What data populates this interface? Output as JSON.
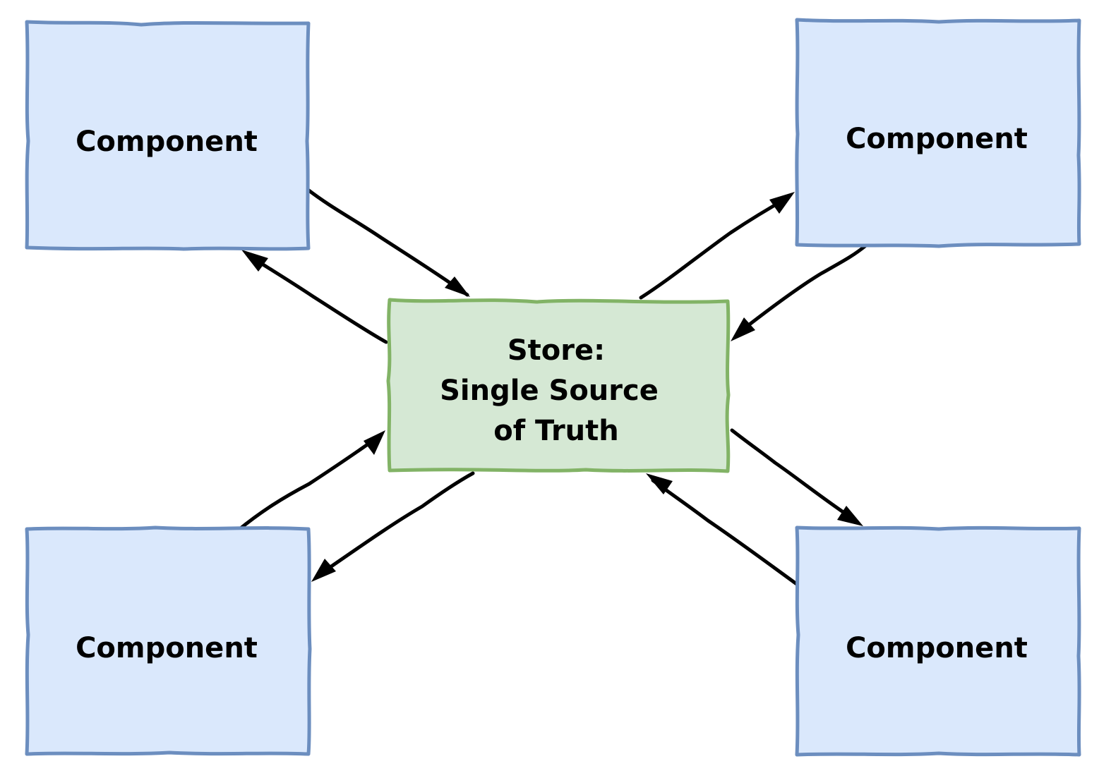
{
  "colors": {
    "component_fill": "#dae8fc",
    "component_stroke": "#6c8ebf",
    "store_fill": "#d5e8d4",
    "store_stroke": "#82b366",
    "edge": "#000000"
  },
  "store": {
    "lines": [
      "Store:",
      "Single Source",
      "of Truth"
    ]
  },
  "components": [
    {
      "label": "Component"
    },
    {
      "label": "Component"
    },
    {
      "label": "Component"
    },
    {
      "label": "Component"
    }
  ]
}
